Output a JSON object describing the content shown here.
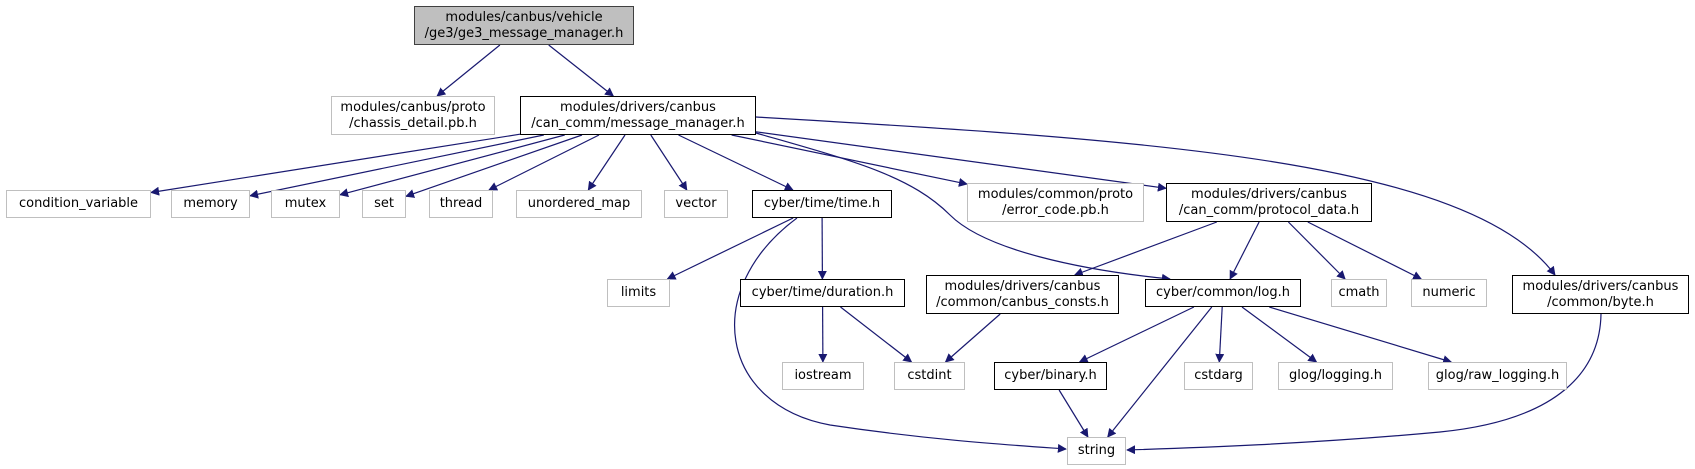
{
  "graph": {
    "colors": {
      "edge": "#191970",
      "documented_border": "#000000",
      "external_border": "#bfbfbf",
      "root_fill": "#bfbfbf"
    },
    "nodes": [
      {
        "id": "ge3_message_manager",
        "label": "modules/canbus/vehicle\n/ge3/ge3_message_manager.h",
        "kind": "root"
      },
      {
        "id": "chassis_detail",
        "label": "modules/canbus/proto\n/chassis_detail.pb.h",
        "kind": "external"
      },
      {
        "id": "message_manager",
        "label": "modules/drivers/canbus\n/can_comm/message_manager.h",
        "kind": "documented"
      },
      {
        "id": "condition_variable",
        "label": "condition_variable",
        "kind": "external"
      },
      {
        "id": "memory",
        "label": "memory",
        "kind": "external"
      },
      {
        "id": "mutex",
        "label": "mutex",
        "kind": "external"
      },
      {
        "id": "set",
        "label": "set",
        "kind": "external"
      },
      {
        "id": "thread",
        "label": "thread",
        "kind": "external"
      },
      {
        "id": "unordered_map",
        "label": "unordered_map",
        "kind": "external"
      },
      {
        "id": "vector",
        "label": "vector",
        "kind": "external"
      },
      {
        "id": "time_h",
        "label": "cyber/time/time.h",
        "kind": "documented"
      },
      {
        "id": "error_code",
        "label": "modules/common/proto\n/error_code.pb.h",
        "kind": "external"
      },
      {
        "id": "protocol_data",
        "label": "modules/drivers/canbus\n/can_comm/protocol_data.h",
        "kind": "documented"
      },
      {
        "id": "byte_h",
        "label": "modules/drivers/canbus\n/common/byte.h",
        "kind": "documented"
      },
      {
        "id": "limits",
        "label": "limits",
        "kind": "external"
      },
      {
        "id": "duration",
        "label": "cyber/time/duration.h",
        "kind": "documented"
      },
      {
        "id": "canbus_consts",
        "label": "modules/drivers/canbus\n/common/canbus_consts.h",
        "kind": "documented"
      },
      {
        "id": "log_h",
        "label": "cyber/common/log.h",
        "kind": "documented"
      },
      {
        "id": "cmath",
        "label": "cmath",
        "kind": "external"
      },
      {
        "id": "numeric",
        "label": "numeric",
        "kind": "external"
      },
      {
        "id": "iostream",
        "label": "iostream",
        "kind": "external"
      },
      {
        "id": "cstdint",
        "label": "cstdint",
        "kind": "external"
      },
      {
        "id": "binary_h",
        "label": "cyber/binary.h",
        "kind": "documented"
      },
      {
        "id": "cstdarg",
        "label": "cstdarg",
        "kind": "external"
      },
      {
        "id": "glog_logging",
        "label": "glog/logging.h",
        "kind": "external"
      },
      {
        "id": "glog_raw_logging",
        "label": "glog/raw_logging.h",
        "kind": "external"
      },
      {
        "id": "string",
        "label": "string",
        "kind": "external"
      }
    ],
    "edges": [
      [
        "ge3_message_manager",
        "chassis_detail"
      ],
      [
        "ge3_message_manager",
        "message_manager"
      ],
      [
        "message_manager",
        "condition_variable"
      ],
      [
        "message_manager",
        "memory"
      ],
      [
        "message_manager",
        "mutex"
      ],
      [
        "message_manager",
        "set"
      ],
      [
        "message_manager",
        "thread"
      ],
      [
        "message_manager",
        "unordered_map"
      ],
      [
        "message_manager",
        "vector"
      ],
      [
        "message_manager",
        "time_h"
      ],
      [
        "message_manager",
        "error_code"
      ],
      [
        "message_manager",
        "protocol_data"
      ],
      [
        "message_manager",
        "byte_h"
      ],
      [
        "message_manager",
        "log_h"
      ],
      [
        "time_h",
        "limits"
      ],
      [
        "time_h",
        "duration"
      ],
      [
        "time_h",
        "string"
      ],
      [
        "duration",
        "iostream"
      ],
      [
        "duration",
        "cstdint"
      ],
      [
        "protocol_data",
        "canbus_consts"
      ],
      [
        "protocol_data",
        "log_h"
      ],
      [
        "protocol_data",
        "cmath"
      ],
      [
        "protocol_data",
        "numeric"
      ],
      [
        "canbus_consts",
        "cstdint"
      ],
      [
        "log_h",
        "binary_h"
      ],
      [
        "log_h",
        "cstdarg"
      ],
      [
        "log_h",
        "glog_logging"
      ],
      [
        "log_h",
        "glog_raw_logging"
      ],
      [
        "log_h",
        "string"
      ],
      [
        "binary_h",
        "string"
      ],
      [
        "byte_h",
        "string"
      ]
    ]
  }
}
